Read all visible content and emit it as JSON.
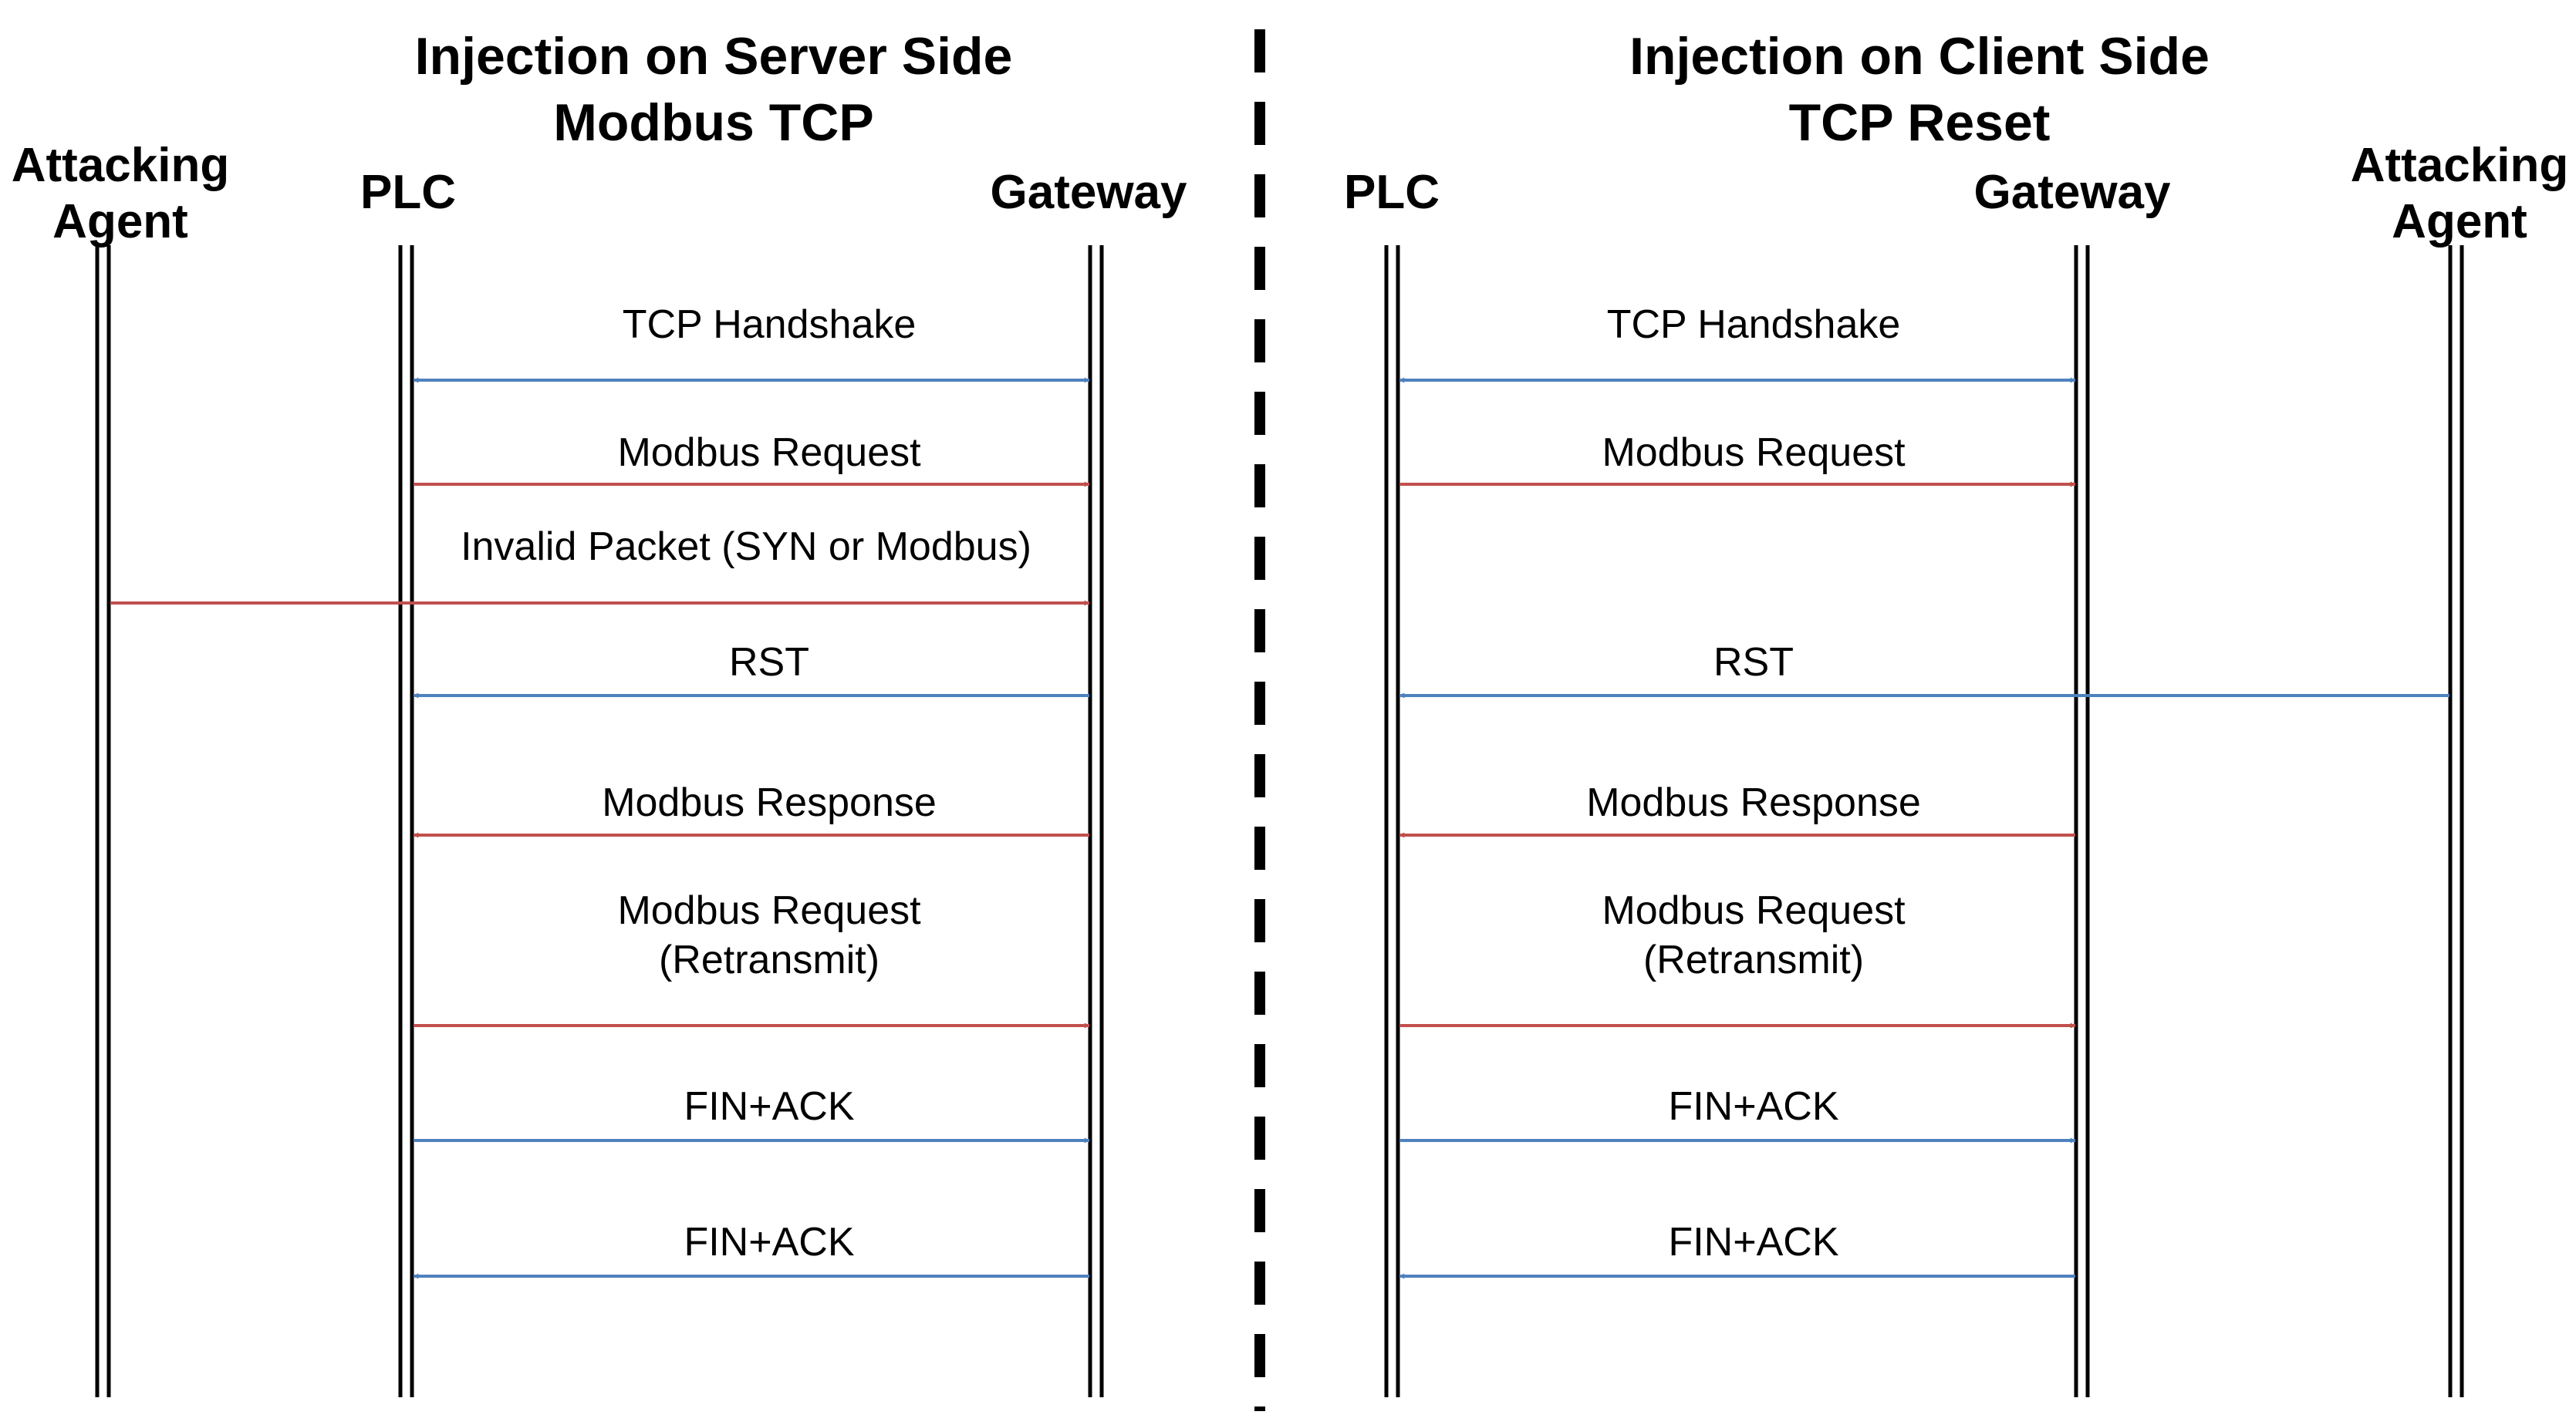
{
  "colors": {
    "red": "#C0504D",
    "blue": "#4F81BD",
    "black": "#000000"
  },
  "left_panel": {
    "title_line1": "Injection on Server Side",
    "title_line2": "Modbus TCP",
    "actors": {
      "attacker_line1": "Attacking",
      "attacker_line2": "Agent",
      "plc": "PLC",
      "gateway": "Gateway"
    },
    "messages": [
      {
        "label": "TCP Handshake",
        "color": "blue",
        "direction": "both"
      },
      {
        "label": "Modbus Request",
        "color": "red",
        "direction": "right"
      },
      {
        "label": "Invalid Packet (SYN or Modbus)",
        "color": "red",
        "direction": "right"
      },
      {
        "label": "RST",
        "color": "blue",
        "direction": "left"
      },
      {
        "label": "Modbus Response",
        "color": "red",
        "direction": "left"
      },
      {
        "label_line1": "Modbus Request",
        "label_line2": "(Retransmit)",
        "color": "red",
        "direction": "right"
      },
      {
        "label": "FIN+ACK",
        "color": "blue",
        "direction": "right"
      },
      {
        "label": "FIN+ACK",
        "color": "blue",
        "direction": "left"
      }
    ]
  },
  "right_panel": {
    "title_line1": "Injection on Client Side",
    "title_line2": "TCP Reset",
    "actors": {
      "plc": "PLC",
      "gateway": "Gateway",
      "attacker_line1": "Attacking",
      "attacker_line2": "Agent"
    },
    "messages": [
      {
        "label": "TCP Handshake",
        "color": "blue",
        "direction": "both"
      },
      {
        "label": "Modbus Request",
        "color": "red",
        "direction": "right"
      },
      {
        "label": "RST",
        "color": "blue",
        "direction": "left"
      },
      {
        "label": "Modbus Response",
        "color": "red",
        "direction": "left"
      },
      {
        "label_line1": "Modbus Request",
        "label_line2": "(Retransmit)",
        "color": "red",
        "direction": "right"
      },
      {
        "label": "FIN+ACK",
        "color": "blue",
        "direction": "right"
      },
      {
        "label": "FIN+ACK",
        "color": "blue",
        "direction": "left"
      }
    ]
  }
}
